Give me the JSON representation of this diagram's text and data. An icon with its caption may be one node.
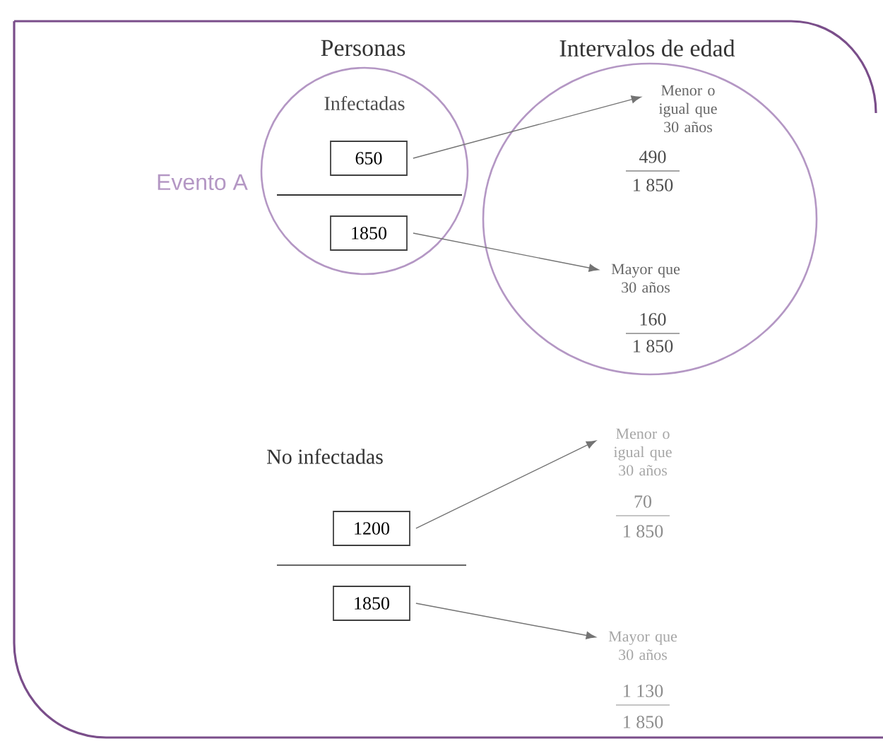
{
  "diagram": {
    "nodes": [
      {
        "text": [],
        "shape": "circle",
        "beside": [
          "Evento A"
        ]
      },
      {
        "text": [
          "650"
        ],
        "in": 0
      },
      {
        "text": [
          "1850"
        ],
        "in": 0
      },
      {
        "text": [],
        "shape": "circle"
      },
      {
        "text": [
          "Menor o igual que 30 años"
        ],
        "in": 3
      },
      {
        "text": [
          "Mayor que 30 años"
        ],
        "in": 3
      },
      {
        "text": [
          "1200"
        ]
      },
      {
        "text": [
          "1850"
        ]
      },
      {
        "text": [
          "Menor o igual que 30 años"
        ]
      },
      {
        "text": [
          "Mayor que 30 años"
        ]
      }
    ],
    "edges": [
      {
        "from": 1,
        "to": 4,
        "arrow": "to"
      },
      {
        "from": 2,
        "to": 5,
        "arrow": "to"
      },
      {
        "from": 6,
        "to": 8,
        "arrow": "to"
      },
      {
        "from": 7,
        "to": 9,
        "arrow": "to"
      }
    ],
    "labels": [
      "Personas",
      "Intervalos de edad",
      "Infectadas",
      "490",
      "1 850",
      "160",
      "1 850",
      "No infectadas",
      "70",
      "1 850",
      "1 130",
      "1 850"
    ]
  }
}
